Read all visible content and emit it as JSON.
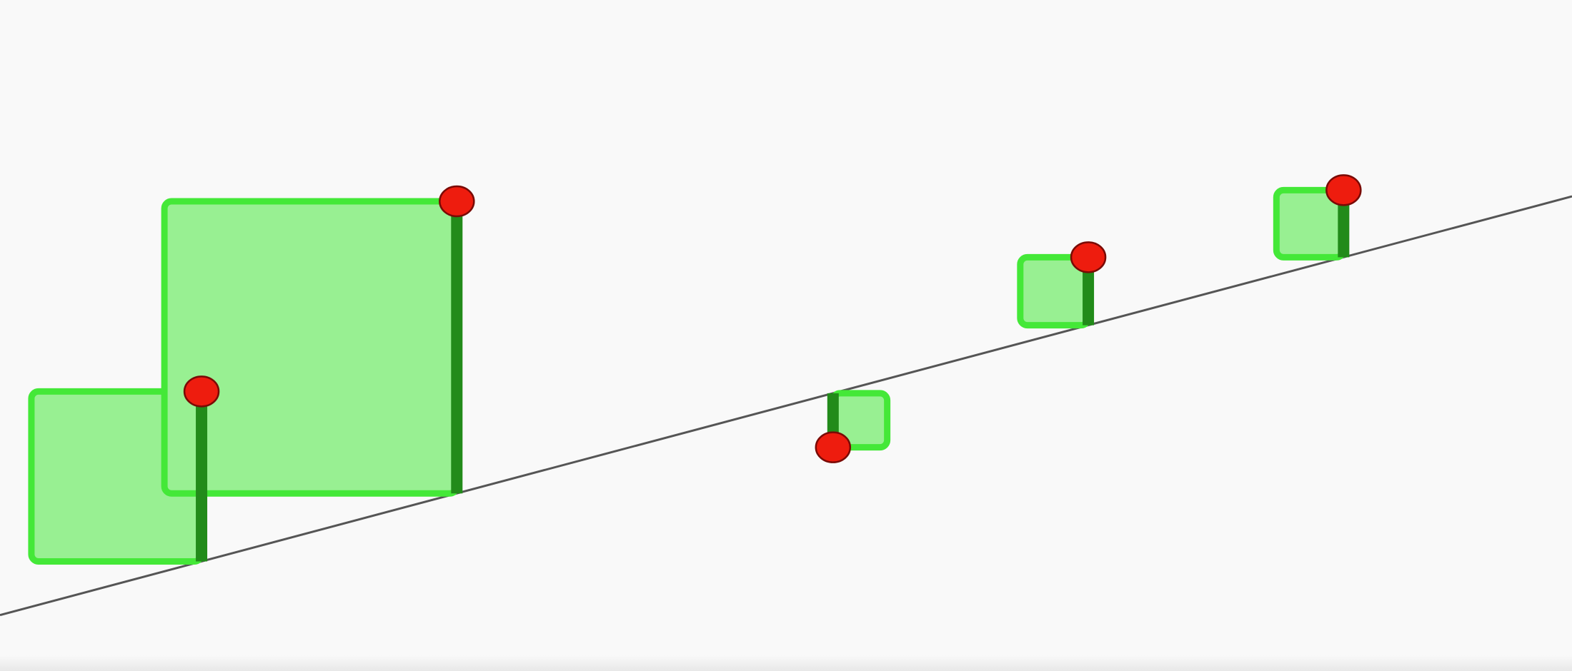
{
  "diagram": {
    "line": {
      "intercept": 0.0,
      "slope": 0.32
    },
    "points": [
      {
        "x": 1.5,
        "y": 2.0
      },
      {
        "x": 3.4,
        "y": 3.7
      },
      {
        "x": 6.2,
        "y": 1.5
      },
      {
        "x": 8.1,
        "y": 3.2
      },
      {
        "x": 10.0,
        "y": 3.8
      }
    ],
    "x_range": [
      0,
      11.7
    ],
    "y_range": [
      -0.5,
      5.5
    ]
  },
  "colors": {
    "background": "#f9f9f9",
    "line": "#555555",
    "square_fill": "#98f092",
    "square_stroke": "#44e838",
    "residual": "#228b1a",
    "point_fill": "#ee1c0e",
    "point_stroke": "#7a0a05"
  }
}
